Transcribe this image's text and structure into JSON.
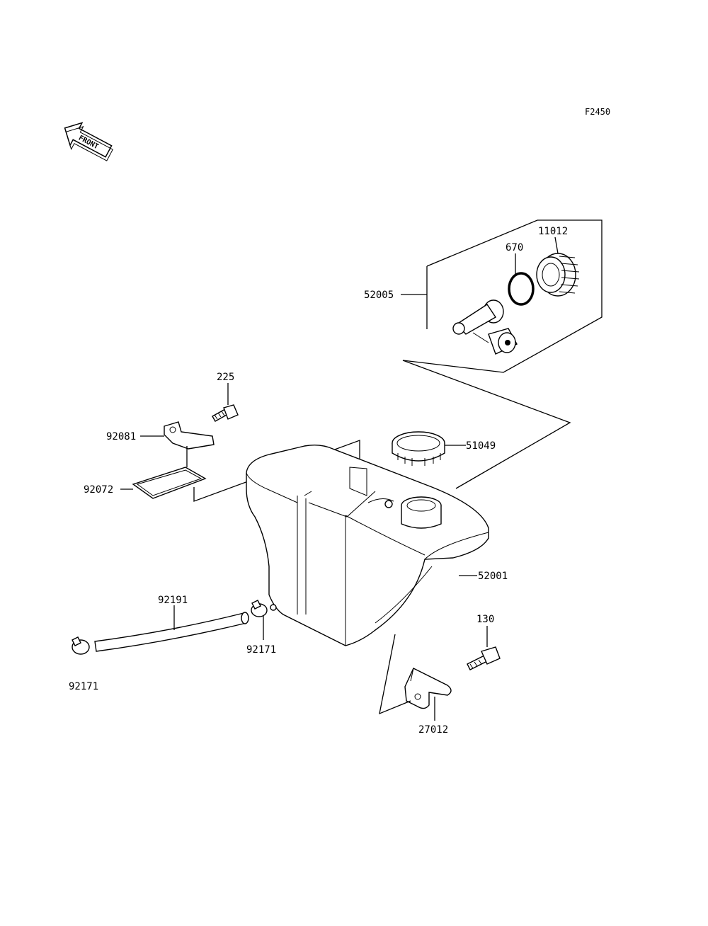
{
  "figure_code": "F2450",
  "front_indicator": {
    "text": "FRONT",
    "icon": "front-arrow-icon"
  },
  "callouts": {
    "p11012": "11012",
    "p670": "670",
    "p52005": "52005",
    "p225": "225",
    "p92081": "92081",
    "p51049": "51049",
    "p92072": "92072",
    "p52001": "52001",
    "p92191": "92191",
    "p92171_a": "92171",
    "p130": "130",
    "p92171_b": "92171",
    "p27012": "27012"
  }
}
